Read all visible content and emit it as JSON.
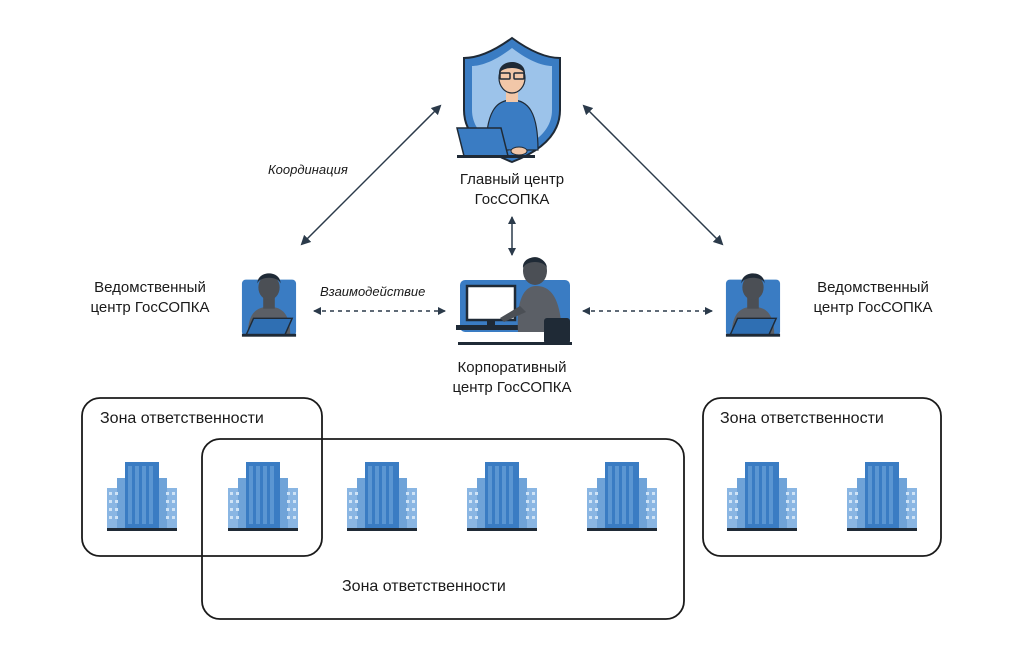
{
  "main_center": {
    "line1": "Главный центр",
    "line2": "ГосСОПКА"
  },
  "dept_left": {
    "line1": "Ведомственный",
    "line2": "центр ГосСОПКА"
  },
  "dept_right": {
    "line1": "Ведомственный",
    "line2": "центр ГосСОПКА"
  },
  "corporate": {
    "line1": "Корпоративный",
    "line2": "центр ГосСОПКА"
  },
  "links": {
    "coordination": "Координация",
    "interaction": "Взаимодействие"
  },
  "zones": {
    "left": "Зона ответственности",
    "middle": "Зона ответственности",
    "right": "Зона ответственности"
  },
  "icons": {
    "main": "analyst-shield-icon",
    "dept": "operator-laptop-icon",
    "corporate": "operator-monitor-icon",
    "building": "office-building-icon"
  },
  "colors": {
    "primary_blue": "#3a7cc3",
    "light_blue": "#9cc3ea",
    "dark": "#1f2a36",
    "line": "#2b3a4a",
    "skin": "#f2c7a8"
  }
}
